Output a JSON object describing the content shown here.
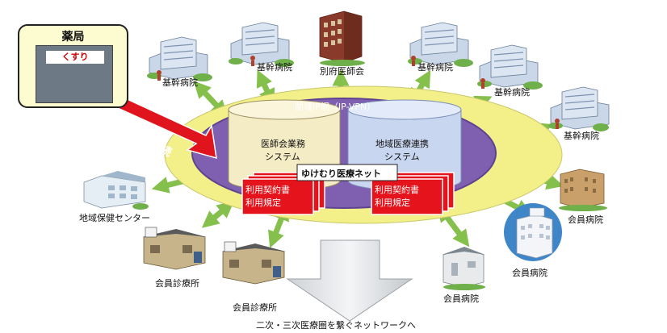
{
  "center": {
    "network_label": "閉域IP網（IP-VPN）",
    "left_system_line1": "医師会業務",
    "left_system_line2": "システム",
    "right_system_line1": "地域医療連携",
    "right_system_line2": "システム",
    "net_name": "ゆけむり医療ネット",
    "doc_line1": "利用契約書",
    "doc_line2": "利用規定"
  },
  "pharmacy": {
    "title": "薬局",
    "sign": "くすり"
  },
  "connection_label": "本事業での接続",
  "nodes": [
    {
      "id": "kikan-1",
      "label": "基幹病院",
      "icon": "hospital-building-icon"
    },
    {
      "id": "kikan-2",
      "label": "基幹病院",
      "icon": "hospital-building-icon"
    },
    {
      "id": "ishikai",
      "label": "別府医師会",
      "icon": "office-building-icon"
    },
    {
      "id": "kikan-3",
      "label": "基幹病院",
      "icon": "hospital-building-icon"
    },
    {
      "id": "kikan-4",
      "label": "基幹病院",
      "icon": "hospital-building-icon"
    },
    {
      "id": "kikan-5",
      "label": "基幹病院",
      "icon": "hospital-building-icon"
    },
    {
      "id": "kaiin-hosp-1",
      "label": "会員病院",
      "icon": "hospital-icon"
    },
    {
      "id": "kaiin-hosp-2",
      "label": "会員病院",
      "icon": "hospital-icon"
    },
    {
      "id": "kaiin-hosp-3",
      "label": "会員病院",
      "icon": "hospital-icon"
    },
    {
      "id": "clinic-1",
      "label": "会員診療所",
      "icon": "clinic-icon"
    },
    {
      "id": "clinic-2",
      "label": "会員診療所",
      "icon": "clinic-icon"
    },
    {
      "id": "hoken",
      "label": "地域保健センター",
      "icon": "health-center-icon"
    }
  ],
  "bottom_caption": "二次・三次医療圏を繋ぐネットワークへ",
  "colors": {
    "ring_outer": "#f3f08a",
    "ring_inner": "#7f5fb0",
    "left_cylinder": "#f4ecc4",
    "right_cylinder": "#c9d6f0",
    "doc_red": "#e5141c",
    "arrow_green": "#84c04b",
    "connection_red": "#e0141c"
  }
}
